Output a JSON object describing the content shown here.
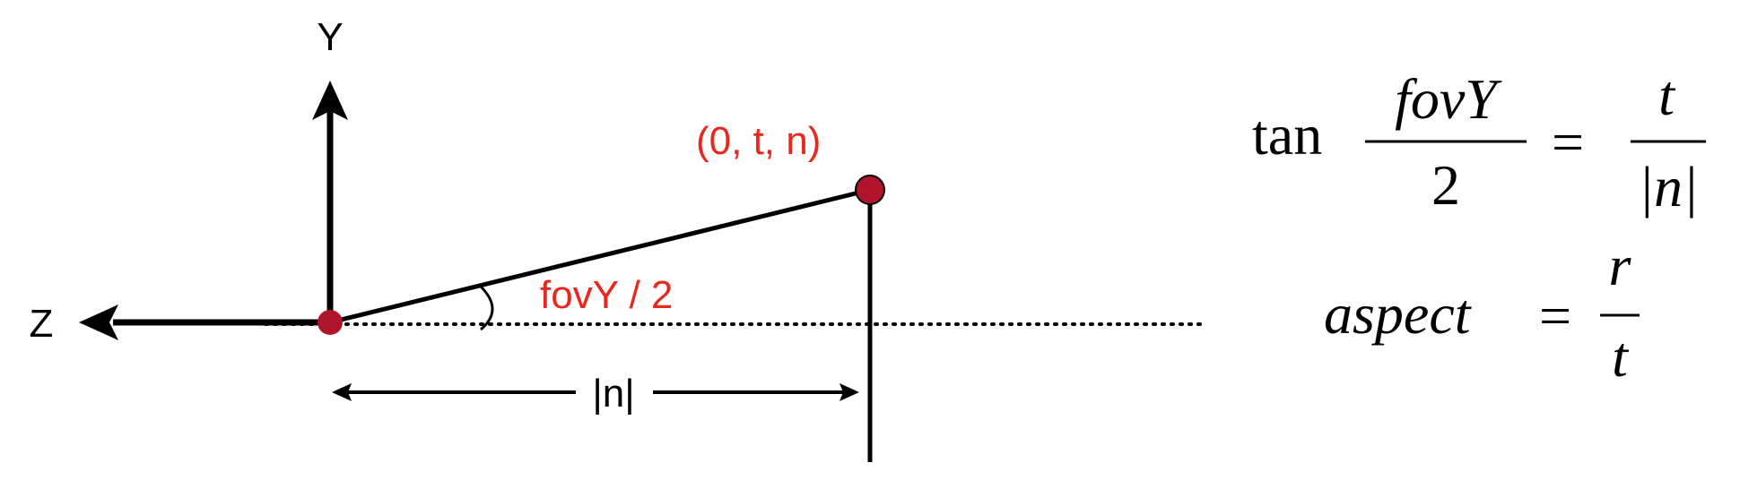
{
  "diagram": {
    "axis_y_label": "Y",
    "axis_z_label": "Z",
    "point_label": "(0, t, n)",
    "angle_label": "fovY / 2",
    "distance_label": "|n|"
  },
  "formulas": {
    "eq1": {
      "func": "tan",
      "lhs_numerator": "fovY",
      "lhs_denominator": "2",
      "equals": "=",
      "rhs_numerator": "t",
      "rhs_denominator": "|n|"
    },
    "eq2": {
      "lhs": "aspect",
      "equals": "=",
      "rhs_numerator": "r",
      "rhs_denominator": "t"
    }
  },
  "colors": {
    "accent_red": "#e8281e",
    "point_fill": "#b0142a",
    "ink": "#000000"
  }
}
